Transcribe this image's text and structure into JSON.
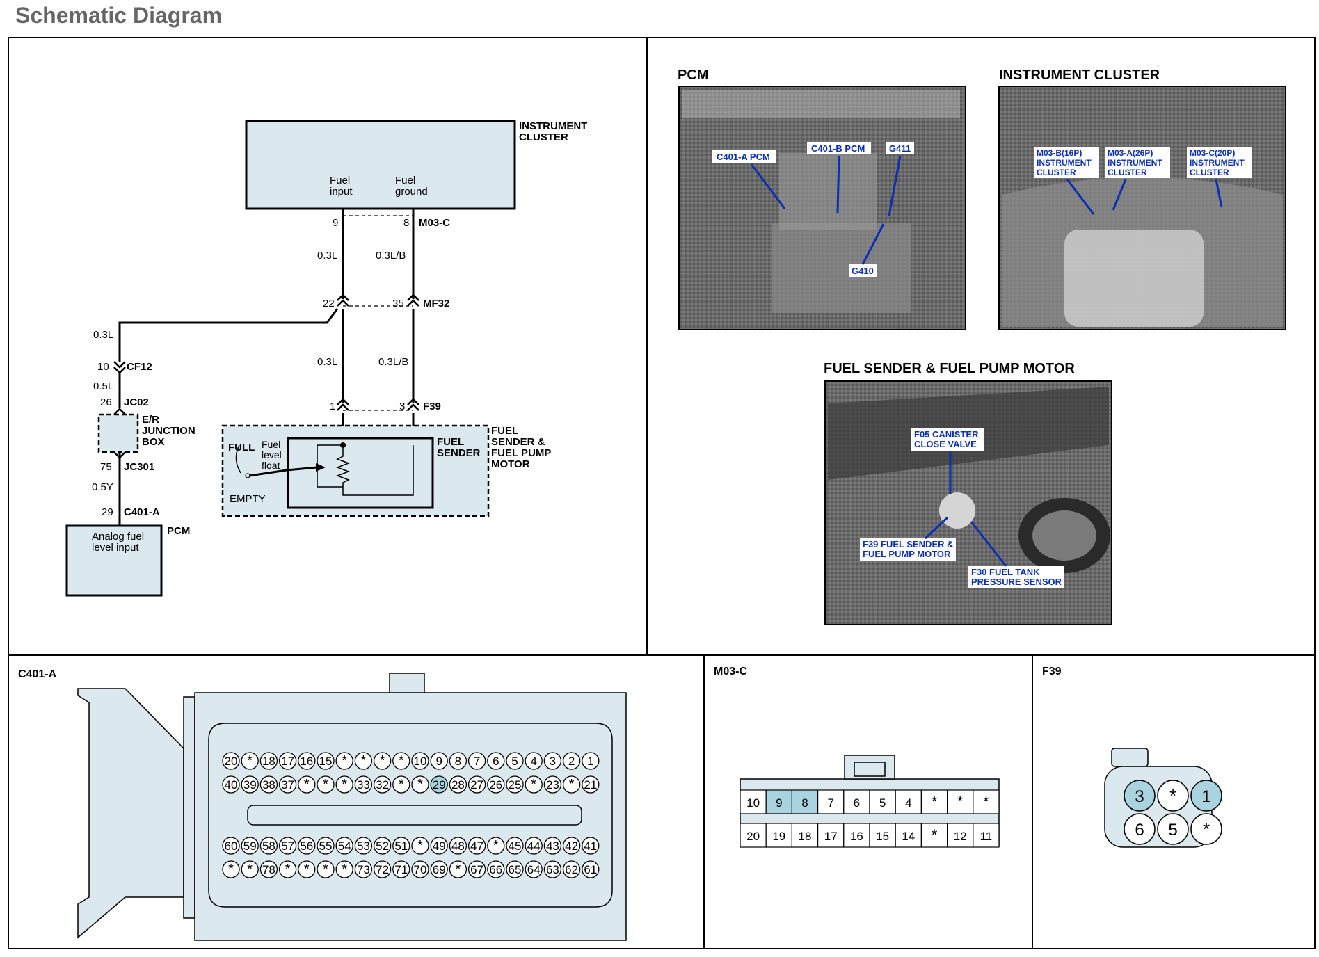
{
  "page_title": "Schematic Diagram",
  "colors": {
    "box_fill": "#dbe8ee",
    "highlight_pin": "#a9d4df",
    "callout_text": "#0a2fb0",
    "title_gray": "#666666"
  },
  "schematic": {
    "instrument_cluster": {
      "title_line1": "INSTRUMENT",
      "title_line2": "CLUSTER",
      "pin_in_label1": "Fuel",
      "pin_in_label2": "input",
      "pin_gnd_label1": "Fuel",
      "pin_gnd_label2": "ground",
      "pin_in": "9",
      "pin_gnd": "8",
      "connector": "M03-C"
    },
    "wire_top_left": "0.3L",
    "wire_top_right": "0.3L/B",
    "mf32": {
      "pin_left": "22",
      "pin_right": "35",
      "connector": "MF32"
    },
    "wire_mid_left": "0.3L",
    "wire_mid_right": "0.3L/B",
    "f39": {
      "pin_left": "1",
      "pin_right": "3",
      "connector": "F39"
    },
    "sender": {
      "full": "FULL",
      "empty": "EMPTY",
      "float1": "Fuel",
      "float2": "level",
      "float3": "float",
      "fs1": "FUEL",
      "fs2": "SENDER",
      "fp1": "FUEL",
      "fp2": "SENDER &",
      "fp3": "FUEL PUMP",
      "fp4": "MOTOR"
    },
    "left_branch": {
      "wire1": "0.3L",
      "cf12_pin": "10",
      "cf12": "CF12",
      "wire2": "0.5L",
      "jc02_pin": "26",
      "jc02": "JC02",
      "jb1": "E/R",
      "jb2": "JUNCTION",
      "jb3": "BOX",
      "jc301_pin": "75",
      "jc301": "JC301",
      "wire3": "0.5Y",
      "c401_pin": "29",
      "c401": "C401-A"
    },
    "pcm": {
      "label": "PCM",
      "text1": "Analog fuel",
      "text2": "level input"
    }
  },
  "photos": {
    "pcm": {
      "title": "PCM",
      "tags": [
        "C401-A PCM",
        "C401-B PCM",
        "G411",
        "G410"
      ]
    },
    "cluster": {
      "title": "INSTRUMENT CLUSTER",
      "tags": [
        [
          "M03-B(16P)",
          "INSTRUMENT",
          "CLUSTER"
        ],
        [
          "M03-A(26P)",
          "INSTRUMENT",
          "CLUSTER"
        ],
        [
          "M03-C(20P)",
          "INSTRUMENT",
          "CLUSTER"
        ]
      ]
    },
    "sender": {
      "title": "FUEL SENDER & FUEL PUMP MOTOR",
      "tags": [
        [
          "F05 CANISTER",
          "CLOSE VALVE"
        ],
        [
          "F39 FUEL SENDER &",
          "FUEL PUMP MOTOR"
        ],
        [
          "F30 FUEL TANK",
          "PRESSURE SENSOR"
        ]
      ]
    }
  },
  "connectors": {
    "c401a": {
      "title": "C401-A",
      "rows": [
        [
          "20",
          "*",
          "18",
          "17",
          "16",
          "15",
          "*",
          "*",
          "*",
          "*",
          "10",
          "9",
          "8",
          "7",
          "6",
          "5",
          "4",
          "3",
          "2",
          "1"
        ],
        [
          "40",
          "39",
          "38",
          "37",
          "*",
          "*",
          "*",
          "33",
          "32",
          "*",
          "*",
          "29",
          "28",
          "27",
          "26",
          "25",
          "*",
          "23",
          "*",
          "21"
        ],
        [
          "60",
          "59",
          "58",
          "57",
          "56",
          "55",
          "54",
          "53",
          "52",
          "51",
          "*",
          "49",
          "48",
          "47",
          "*",
          "45",
          "44",
          "43",
          "42",
          "41"
        ],
        [
          "*",
          "*",
          "78",
          "*",
          "*",
          "*",
          "*",
          "73",
          "72",
          "71",
          "70",
          "69",
          "*",
          "67",
          "66",
          "65",
          "64",
          "63",
          "62",
          "61"
        ]
      ],
      "highlight": [
        "29"
      ]
    },
    "m03c": {
      "title": "M03-C",
      "rows": [
        [
          "10",
          "9",
          "8",
          "7",
          "6",
          "5",
          "4",
          "*",
          "*",
          "*"
        ],
        [
          "20",
          "19",
          "18",
          "17",
          "16",
          "15",
          "14",
          "*",
          "12",
          "11"
        ]
      ],
      "highlight": [
        "9",
        "8"
      ]
    },
    "f39": {
      "title": "F39",
      "rows": [
        [
          "3",
          "*",
          "1"
        ],
        [
          "6",
          "5",
          "*"
        ]
      ],
      "highlight": [
        "3",
        "1"
      ]
    }
  }
}
